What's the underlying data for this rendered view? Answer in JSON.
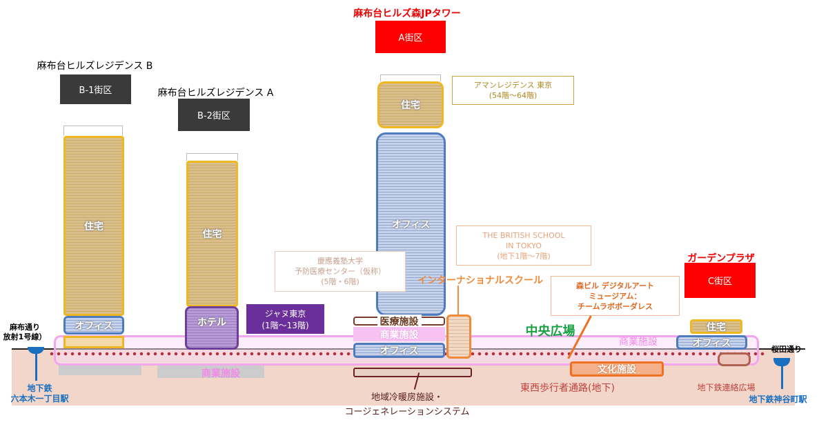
{
  "block_a": {
    "name": "麻布台ヒルズ森JPタワー",
    "label": "A街区",
    "residence": "住宅",
    "office": "オフィス",
    "residence_note": [
      "アマンレジデンス 東京",
      "(54階〜64階)"
    ]
  },
  "block_b1": {
    "name": "麻布台ヒルズレジデンス B",
    "label": "B-1街区",
    "residence": "住宅",
    "office": "オフィス"
  },
  "block_b2": {
    "name": "麻布台ヒルズレジデンス A",
    "label": "B-2街区",
    "residence": "住宅",
    "hotel": "ホテル",
    "hotel_note": [
      "ジャヌ東京",
      "(1階〜13階)"
    ]
  },
  "block_c": {
    "name": "ガーデンプラザ",
    "label": "C街区",
    "residence": "住宅",
    "office": "オフィス"
  },
  "facilities": {
    "medical": "医療施設",
    "commercial": "商業施設",
    "office": "オフィス",
    "dhc": [
      "地域冷暖房施設・",
      "コージェネレーションシステム"
    ],
    "culture": "文化施設",
    "intl_school": "インターナショナルスクール",
    "central_plaza": "中央広場",
    "walkway": "東西歩行者通路(地下)",
    "subway_plaza": "地下鉄連絡広場"
  },
  "notes": {
    "keio": [
      "慶應義塾大学",
      "予防医療センター（仮称）",
      "(5階・6階)"
    ],
    "british": [
      "THE BRITISH SCHOOL",
      "IN TOKYO",
      "(地下1階〜7階)"
    ],
    "teamlab": [
      "森ビル デジタルアート",
      "ミュージアム：",
      "チームラボボーダレス"
    ]
  },
  "roads": {
    "left": [
      "麻布通り",
      "放射1号線）"
    ],
    "right": "桜田通り"
  },
  "stations": {
    "left": [
      "地下鉄",
      "六本木一丁目駅"
    ],
    "right": "地下鉄神谷町駅"
  }
}
